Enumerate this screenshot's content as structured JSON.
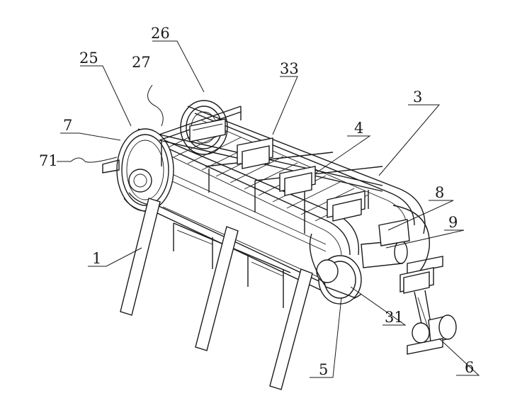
{
  "diagram": {
    "labels": {
      "l1": "1",
      "l3": "3",
      "l4": "4",
      "l5": "5",
      "l6": "6",
      "l7": "7",
      "l8": "8",
      "l9": "9",
      "l25": "25",
      "l26": "26",
      "l27": "27",
      "l31": "31",
      "l33": "33",
      "l71": "71"
    },
    "colors": {
      "ink": "#1a1a1a",
      "background": "#ffffff"
    }
  }
}
